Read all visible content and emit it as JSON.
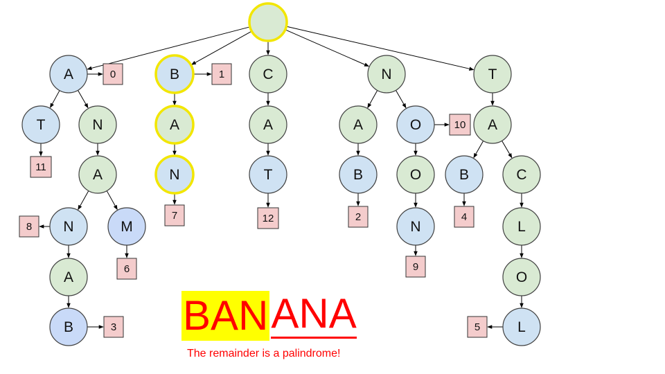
{
  "colors": {
    "node_green": "#d9ead3",
    "node_blue": "#cfe2f3",
    "node_purple": "#c9daf8",
    "highlight": "#ffff00",
    "index_box": "#f4cccc",
    "text_red": "#ff0000"
  },
  "tree": {
    "nodes": [
      {
        "id": "root",
        "label": "",
        "color": "green",
        "highlight": true
      },
      {
        "id": "A0",
        "label": "A",
        "color": "blue"
      },
      {
        "id": "B0",
        "label": "B",
        "color": "blue",
        "highlight": true
      },
      {
        "id": "C0",
        "label": "C",
        "color": "green"
      },
      {
        "id": "N0",
        "label": "N",
        "color": "green"
      },
      {
        "id": "T0",
        "label": "T",
        "color": "green"
      },
      {
        "id": "A_T",
        "label": "T",
        "color": "blue"
      },
      {
        "id": "A_N",
        "label": "N",
        "color": "green"
      },
      {
        "id": "A_N_A",
        "label": "A",
        "color": "green"
      },
      {
        "id": "A_N_A_N",
        "label": "N",
        "color": "blue"
      },
      {
        "id": "A_N_A_M",
        "label": "M",
        "color": "purple"
      },
      {
        "id": "A_N_A_N_A",
        "label": "A",
        "color": "green"
      },
      {
        "id": "A_N_A_N_A_B",
        "label": "B",
        "color": "purple"
      },
      {
        "id": "B_A",
        "label": "A",
        "color": "green",
        "highlight": true
      },
      {
        "id": "B_A_N",
        "label": "N",
        "color": "blue",
        "highlight": true
      },
      {
        "id": "C_A",
        "label": "A",
        "color": "green"
      },
      {
        "id": "C_A_T",
        "label": "T",
        "color": "blue"
      },
      {
        "id": "N_A",
        "label": "A",
        "color": "green"
      },
      {
        "id": "N_A_B",
        "label": "B",
        "color": "blue"
      },
      {
        "id": "N_O",
        "label": "O",
        "color": "blue"
      },
      {
        "id": "N_O_O",
        "label": "O",
        "color": "green"
      },
      {
        "id": "N_O_O_N",
        "label": "N",
        "color": "blue"
      },
      {
        "id": "T_A",
        "label": "A",
        "color": "green"
      },
      {
        "id": "T_A_B",
        "label": "B",
        "color": "blue"
      },
      {
        "id": "T_A_C",
        "label": "C",
        "color": "green"
      },
      {
        "id": "T_A_C_L",
        "label": "L",
        "color": "green"
      },
      {
        "id": "T_A_C_L_O",
        "label": "O",
        "color": "green"
      },
      {
        "id": "T_A_C_L_O_L",
        "label": "L",
        "color": "blue"
      }
    ],
    "edges": [
      [
        "root",
        "A0"
      ],
      [
        "root",
        "B0"
      ],
      [
        "root",
        "C0"
      ],
      [
        "root",
        "N0"
      ],
      [
        "root",
        "T0"
      ],
      [
        "A0",
        "A_T"
      ],
      [
        "A0",
        "A_N"
      ],
      [
        "A_N",
        "A_N_A"
      ],
      [
        "A_N_A",
        "A_N_A_N"
      ],
      [
        "A_N_A",
        "A_N_A_M"
      ],
      [
        "A_N_A_N",
        "A_N_A_N_A"
      ],
      [
        "A_N_A_N_A",
        "A_N_A_N_A_B"
      ],
      [
        "B0",
        "B_A"
      ],
      [
        "B_A",
        "B_A_N"
      ],
      [
        "C0",
        "C_A"
      ],
      [
        "C_A",
        "C_A_T"
      ],
      [
        "N0",
        "N_A"
      ],
      [
        "N0",
        "N_O"
      ],
      [
        "N_A",
        "N_A_B"
      ],
      [
        "N_O",
        "N_O_O"
      ],
      [
        "N_O_O",
        "N_O_O_N"
      ],
      [
        "T0",
        "T_A"
      ],
      [
        "T_A",
        "T_A_B"
      ],
      [
        "T_A",
        "T_A_C"
      ],
      [
        "T_A_C",
        "T_A_C_L"
      ],
      [
        "T_A_C_L",
        "T_A_C_L_O"
      ],
      [
        "T_A_C_L_O",
        "T_A_C_L_O_L"
      ]
    ],
    "index_boxes": [
      {
        "node": "A0",
        "value": "0"
      },
      {
        "node": "B0",
        "value": "1"
      },
      {
        "node": "N_A_B",
        "value": "2"
      },
      {
        "node": "A_N_A_N_A_B",
        "value": "3"
      },
      {
        "node": "T_A_B",
        "value": "4"
      },
      {
        "node": "T_A_C_L_O_L",
        "value": "5"
      },
      {
        "node": "A_N_A_M",
        "value": "6"
      },
      {
        "node": "B_A_N",
        "value": "7"
      },
      {
        "node": "A_N_A_N",
        "value": "8"
      },
      {
        "node": "N_O_O_N",
        "value": "9"
      },
      {
        "node": "N_O",
        "value": "10"
      },
      {
        "node": "A_T",
        "value": "11"
      },
      {
        "node": "C_A_T",
        "value": "12"
      }
    ]
  },
  "word": {
    "highlighted": "BAN",
    "rest": "ANA"
  },
  "caption": "The remainder is a palindrome!"
}
